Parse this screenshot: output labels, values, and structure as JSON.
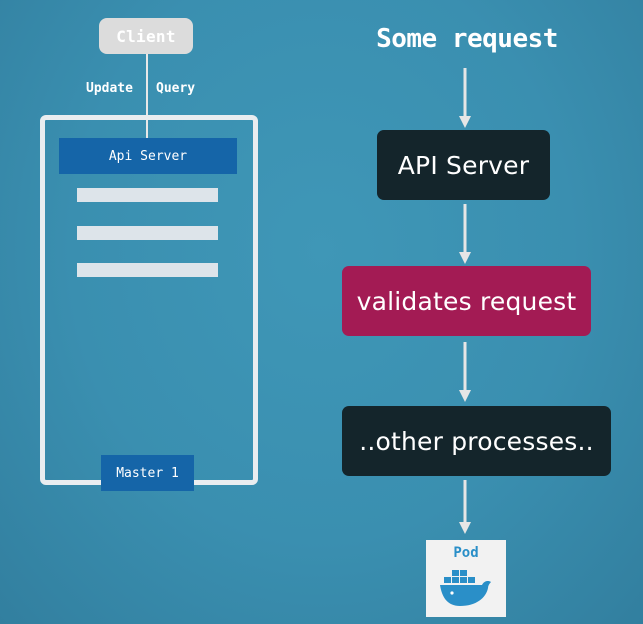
{
  "left_diagram": {
    "client_label": "Client",
    "update_label": "Update",
    "query_label": "Query",
    "api_server_label": "Api Server",
    "master_label": "Master 1"
  },
  "flow": {
    "title": "Some request",
    "steps": [
      {
        "label": "API Server",
        "color": "#14252b"
      },
      {
        "label": "validates request",
        "color": "#a31b54"
      },
      {
        "label": "..other processes..",
        "color": "#14252b"
      }
    ],
    "pod_label": "Pod",
    "pod_icon": "docker-whale-icon"
  },
  "colors": {
    "background": "#3a8fb0",
    "master_blue": "#1565a8",
    "dark_step": "#14252b",
    "accent_step": "#a31b54"
  }
}
